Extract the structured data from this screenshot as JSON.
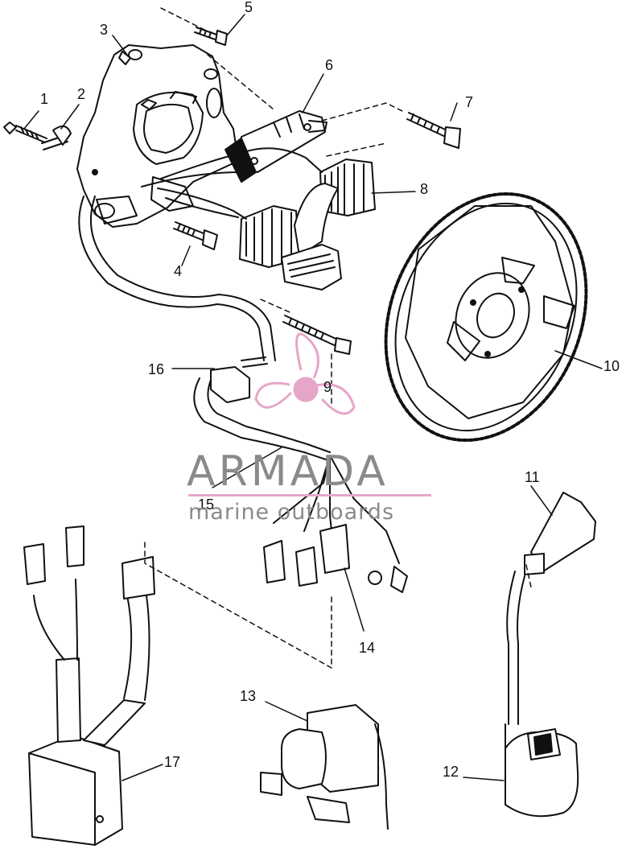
{
  "watermark": {
    "brand": "ARMADA",
    "tagline": "marine outboards",
    "accent_color": "#e6a6c9",
    "logo_icon": "propeller-icon"
  },
  "callouts": [
    "1",
    "2",
    "3",
    "4",
    "5",
    "6",
    "7",
    "8",
    "9",
    "10",
    "11",
    "12",
    "13",
    "14",
    "15",
    "16",
    "17"
  ]
}
